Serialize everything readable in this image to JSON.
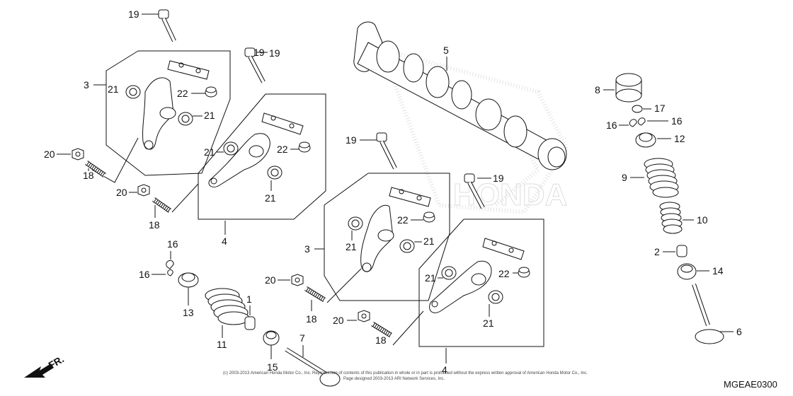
{
  "diagram": {
    "code": "MGEAE0300",
    "front_marker": "FR.",
    "copyright": "(c) 2003-2013 American Honda Motor Co., Inc. Reproduction of contents of this publication in whole or in part is prohibited without the express written approval of American Honda Motor Co., Inc.",
    "copyright_line2": "Page designed 2003-2013 ARI Network Services, Inc.",
    "watermark": "HONDA",
    "callouts": [
      "19",
      "19",
      "19",
      "19",
      "3",
      "3",
      "4",
      "4",
      "5",
      "6",
      "7",
      "8",
      "9",
      "10",
      "11",
      "12",
      "13",
      "14",
      "15",
      "16",
      "16",
      "16",
      "16",
      "17",
      "18",
      "18",
      "18",
      "18",
      "20",
      "20",
      "20",
      "20",
      "21",
      "21",
      "21",
      "21",
      "21",
      "21",
      "21",
      "21",
      "22",
      "22",
      "22",
      "22",
      "1",
      "2"
    ]
  }
}
